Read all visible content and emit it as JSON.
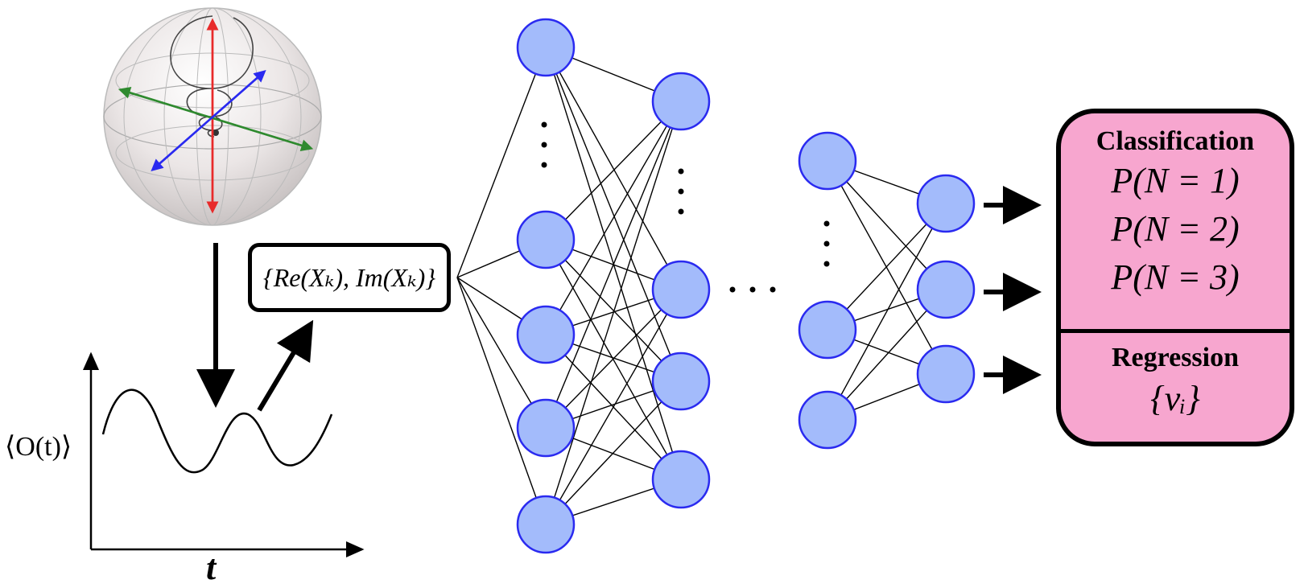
{
  "input_features": {
    "text": "{Re(Xₖ), Im(Xₖ)}"
  },
  "signal_plot": {
    "y_label": "⟨O(t)⟩",
    "x_label": "t"
  },
  "output": {
    "classification_title": "Classification",
    "classification_items": [
      "P(N = 1)",
      "P(N = 2)",
      "P(N = 3)"
    ],
    "regression_title": "Regression",
    "regression_value": "{νᵢ}"
  },
  "colors": {
    "node_fill": "#a3bbfb",
    "node_stroke": "#2a2af0",
    "output_fill": "#f7a6cf",
    "axis_x": "#2f8a2f",
    "axis_y": "#2a2af0",
    "axis_z": "#e82a2a"
  },
  "icons": {
    "bloch_sphere": "bloch-sphere-icon",
    "arrow": "arrow-icon"
  }
}
